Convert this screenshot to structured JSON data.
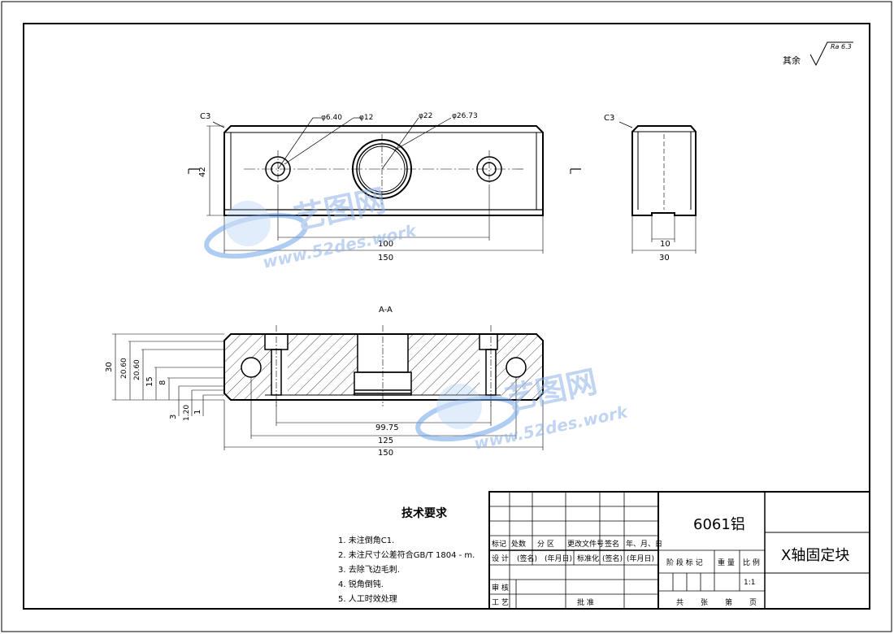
{
  "roughness": {
    "label": "其余",
    "value": "Ra 6.3"
  },
  "views": {
    "front": {
      "chamfer": "C3",
      "callouts": [
        "φ6.40",
        "φ12",
        "φ22",
        "φ26.73"
      ],
      "dims": {
        "height": "42",
        "holes": "100",
        "length": "150"
      }
    },
    "side": {
      "chamfer": "C3",
      "dims": {
        "slot": "10",
        "width": "30"
      }
    },
    "section": {
      "title": "A-A",
      "vertical_dims": [
        "30",
        "20.60",
        "20.60",
        "15",
        "8",
        "3",
        "1.20",
        "1"
      ],
      "dims": {
        "inner": "99.75",
        "middle": "125",
        "length": "150"
      }
    }
  },
  "tech_requirements": {
    "title": "技术要求",
    "items": [
      "1. 未注倒角C1.",
      "2. 未注尺寸公差符合GB/T 1804 - m.",
      "3. 去除飞边毛刺.",
      "4. 锐角倒钝.",
      "5. 人工时效处理"
    ]
  },
  "title_block": {
    "material": "6061铝",
    "part_name": "X轴固定块",
    "rev_headers": [
      "标记",
      "处数",
      "分 区",
      "更改文件号",
      "签名",
      "年、月、日"
    ],
    "design": [
      "设 计",
      "(签名)",
      "(年月日)",
      "标准化",
      "(签名)",
      "(年月日)"
    ],
    "stage_headers": [
      "阶 段 标 记",
      "重 量",
      "比 例"
    ],
    "scale": "1:1",
    "review": "审 核",
    "process": "工 艺",
    "approve": "批 准",
    "sheets": [
      "共",
      "张",
      "第",
      "页"
    ]
  },
  "watermark": {
    "brand": "艺图网",
    "url": "www.52des.work"
  }
}
